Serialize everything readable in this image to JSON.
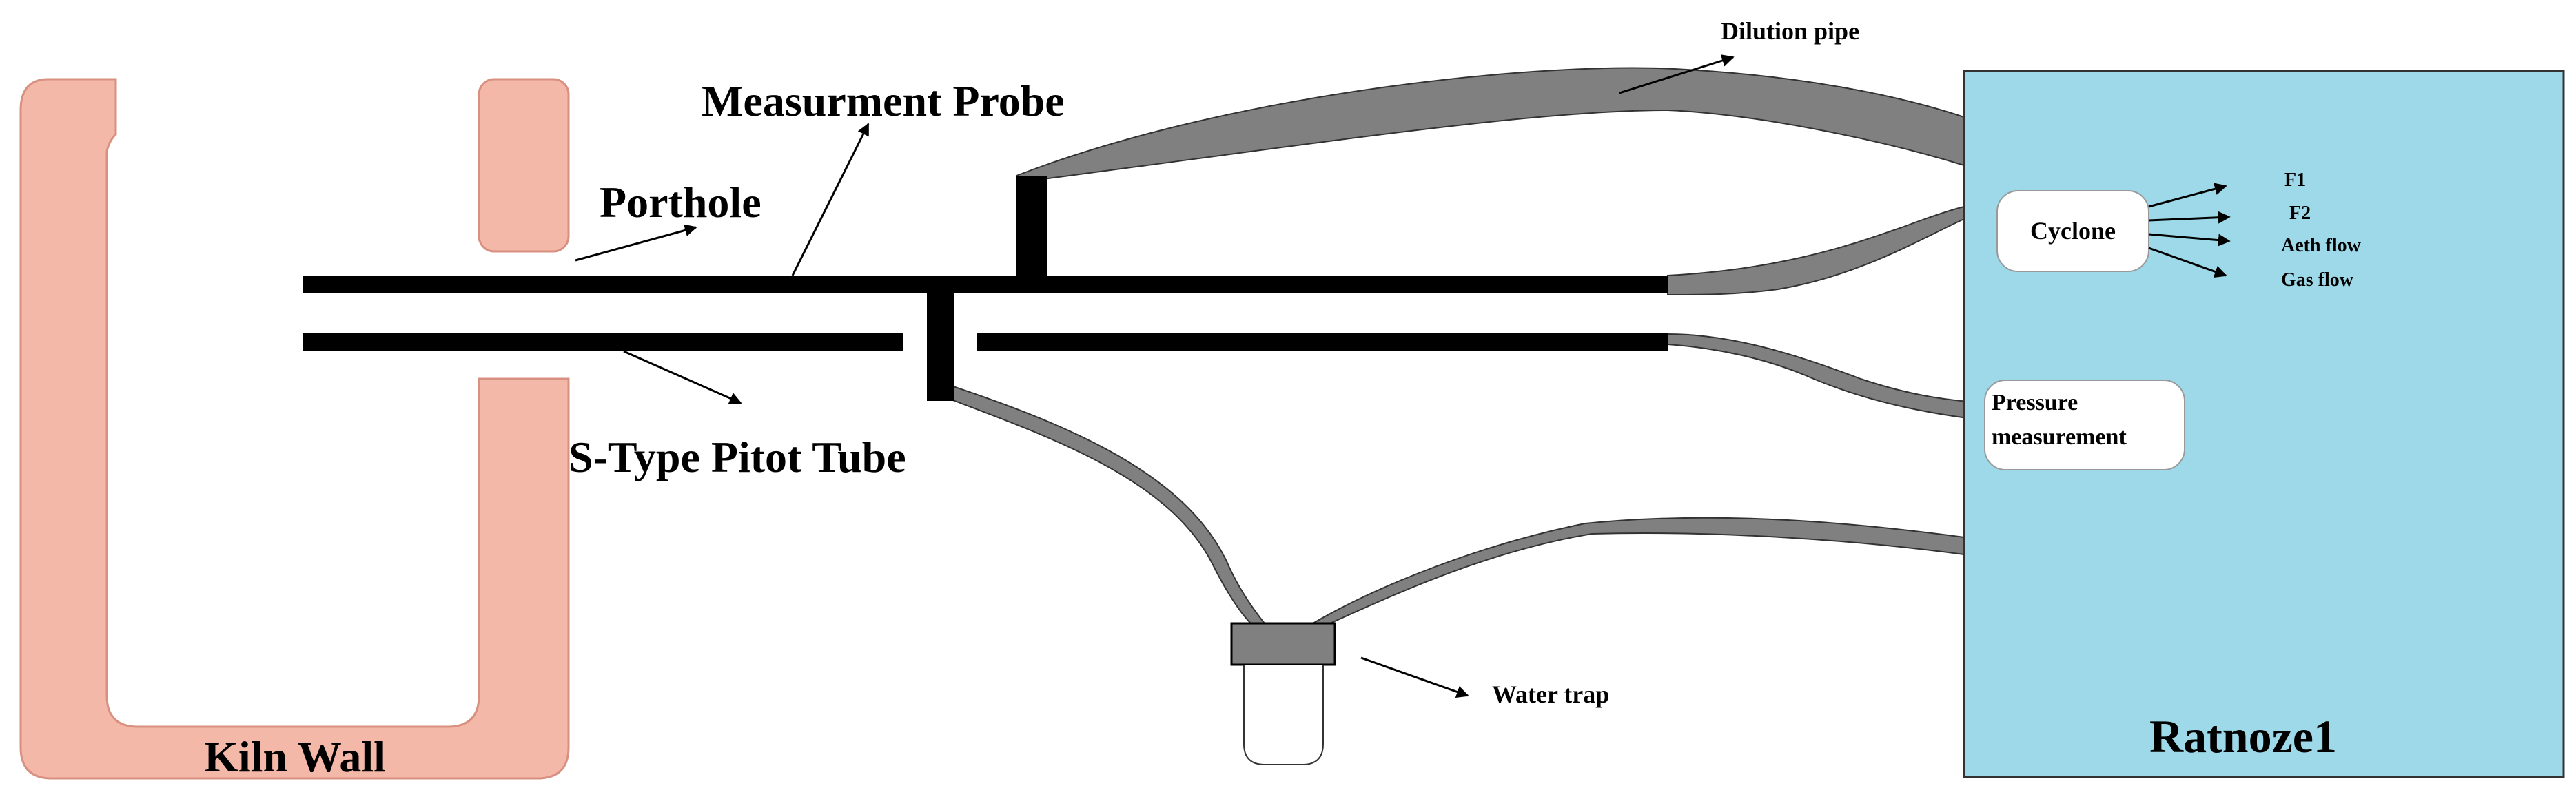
{
  "labels": {
    "kiln_wall": "Kiln Wall",
    "porthole": "Porthole",
    "measurement_probe": "Measurment Probe",
    "pitot_tube": "S-Type Pitot Tube",
    "dilution_pipe": "Dilution pipe",
    "water_trap": "Water trap",
    "cyclone": "Cyclone",
    "pressure_measurement_line1": "Pressure",
    "pressure_measurement_line2": "measurement",
    "instrument_box": "Ratnoze1",
    "outputs": [
      "F1",
      "F2",
      "Aeth flow",
      "Gas flow"
    ]
  },
  "colors": {
    "kiln_wall": "#f4b8a8",
    "instrument_box": "#9dd9e8",
    "pipe": "#808080",
    "probe": "#000000",
    "water_trap_cap": "#808080",
    "inner_box": "#ffffff"
  }
}
